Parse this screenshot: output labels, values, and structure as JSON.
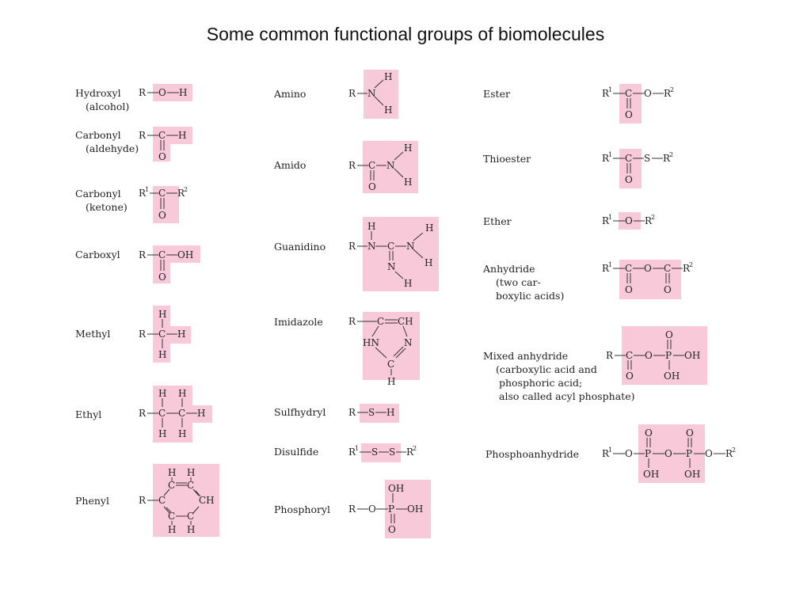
{
  "title": "Some common functional groups of biomolecules",
  "colors": {
    "highlight": "#f7c9d9",
    "ink": "#222222"
  },
  "groups": {
    "hydroxyl": {
      "name": "Hydroxyl",
      "note": "(alcohol)"
    },
    "carbonyl_aldehyde": {
      "name": "Carbonyl",
      "note": "(aldehyde)"
    },
    "carbonyl_ketone": {
      "name": "Carbonyl",
      "note": "(ketone)"
    },
    "carboxyl": {
      "name": "Carboxyl"
    },
    "methyl": {
      "name": "Methyl"
    },
    "ethyl": {
      "name": "Ethyl"
    },
    "phenyl": {
      "name": "Phenyl"
    },
    "amino": {
      "name": "Amino"
    },
    "amido": {
      "name": "Amido"
    },
    "guanidino": {
      "name": "Guanidino"
    },
    "imidazole": {
      "name": "Imidazole"
    },
    "sulfhydryl": {
      "name": "Sulfhydryl"
    },
    "disulfide": {
      "name": "Disulfide"
    },
    "phosphoryl": {
      "name": "Phosphoryl"
    },
    "ester": {
      "name": "Ester"
    },
    "thioester": {
      "name": "Thioester"
    },
    "ether": {
      "name": "Ether"
    },
    "anhydride": {
      "name": "Anhydride",
      "note1": "(two car-",
      "note2": "boxylic acids)"
    },
    "mixed_anhydride": {
      "name": "Mixed anhydride",
      "note1": "(carboxylic acid and",
      "note2": "phosphoric acid;",
      "note3": "also called acyl phosphate)"
    },
    "phosphoanhydride": {
      "name": "Phosphoanhydride"
    }
  },
  "atoms": {
    "R": "R",
    "O": "O",
    "H": "H",
    "C": "C",
    "N": "N",
    "S": "S",
    "P": "P",
    "OH": "OH",
    "CH": "CH",
    "HN": "HN",
    "sup1": "1",
    "sup2": "2"
  }
}
